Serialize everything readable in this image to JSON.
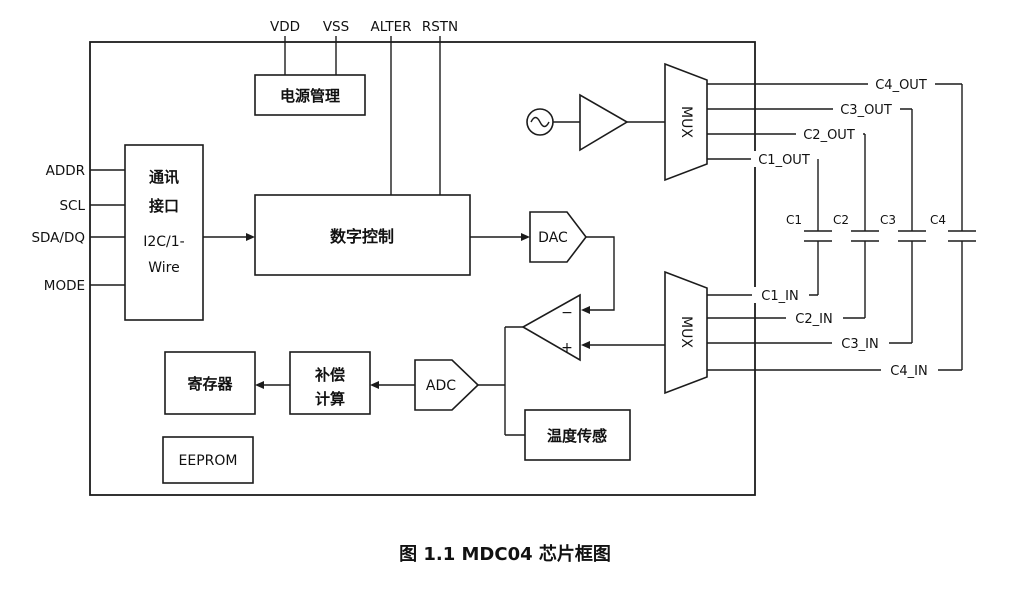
{
  "diagram": {
    "caption": "图 1.1  MDC04 芯片框图",
    "top_pins": {
      "vdd": "VDD",
      "vss": "VSS",
      "alter": "ALTER",
      "rstn": "RSTN"
    },
    "left_pins": {
      "addr": "ADDR",
      "scl": "SCL",
      "sda_dq": "SDA/DQ",
      "mode": "MODE"
    },
    "blocks": {
      "power_mgmt": "电源管理",
      "comm_line1": "通讯",
      "comm_line2": "接口",
      "comm_line3": "I2C/1-",
      "comm_line4": "Wire",
      "digital_ctrl": "数字控制",
      "dac": "DAC",
      "adc": "ADC",
      "comp_line1": "补偿",
      "comp_line2": "计算",
      "register": "寄存器",
      "eeprom": "EEPROM",
      "temp_sensor": "温度传感",
      "mux_top": "MUX",
      "mux_bottom": "MUX"
    },
    "comparator": {
      "minus": "−",
      "plus": "+"
    },
    "outputs": {
      "c4_out": "C4_OUT",
      "c3_out": "C3_OUT",
      "c2_out": "C2_OUT",
      "c1_out": "C1_OUT"
    },
    "inputs": {
      "c1_in": "C1_IN",
      "c2_in": "C2_IN",
      "c3_in": "C3_IN",
      "c4_in": "C4_IN"
    },
    "capacitors": {
      "c1": "C1",
      "c2": "C2",
      "c3": "C3",
      "c4": "C4"
    }
  }
}
